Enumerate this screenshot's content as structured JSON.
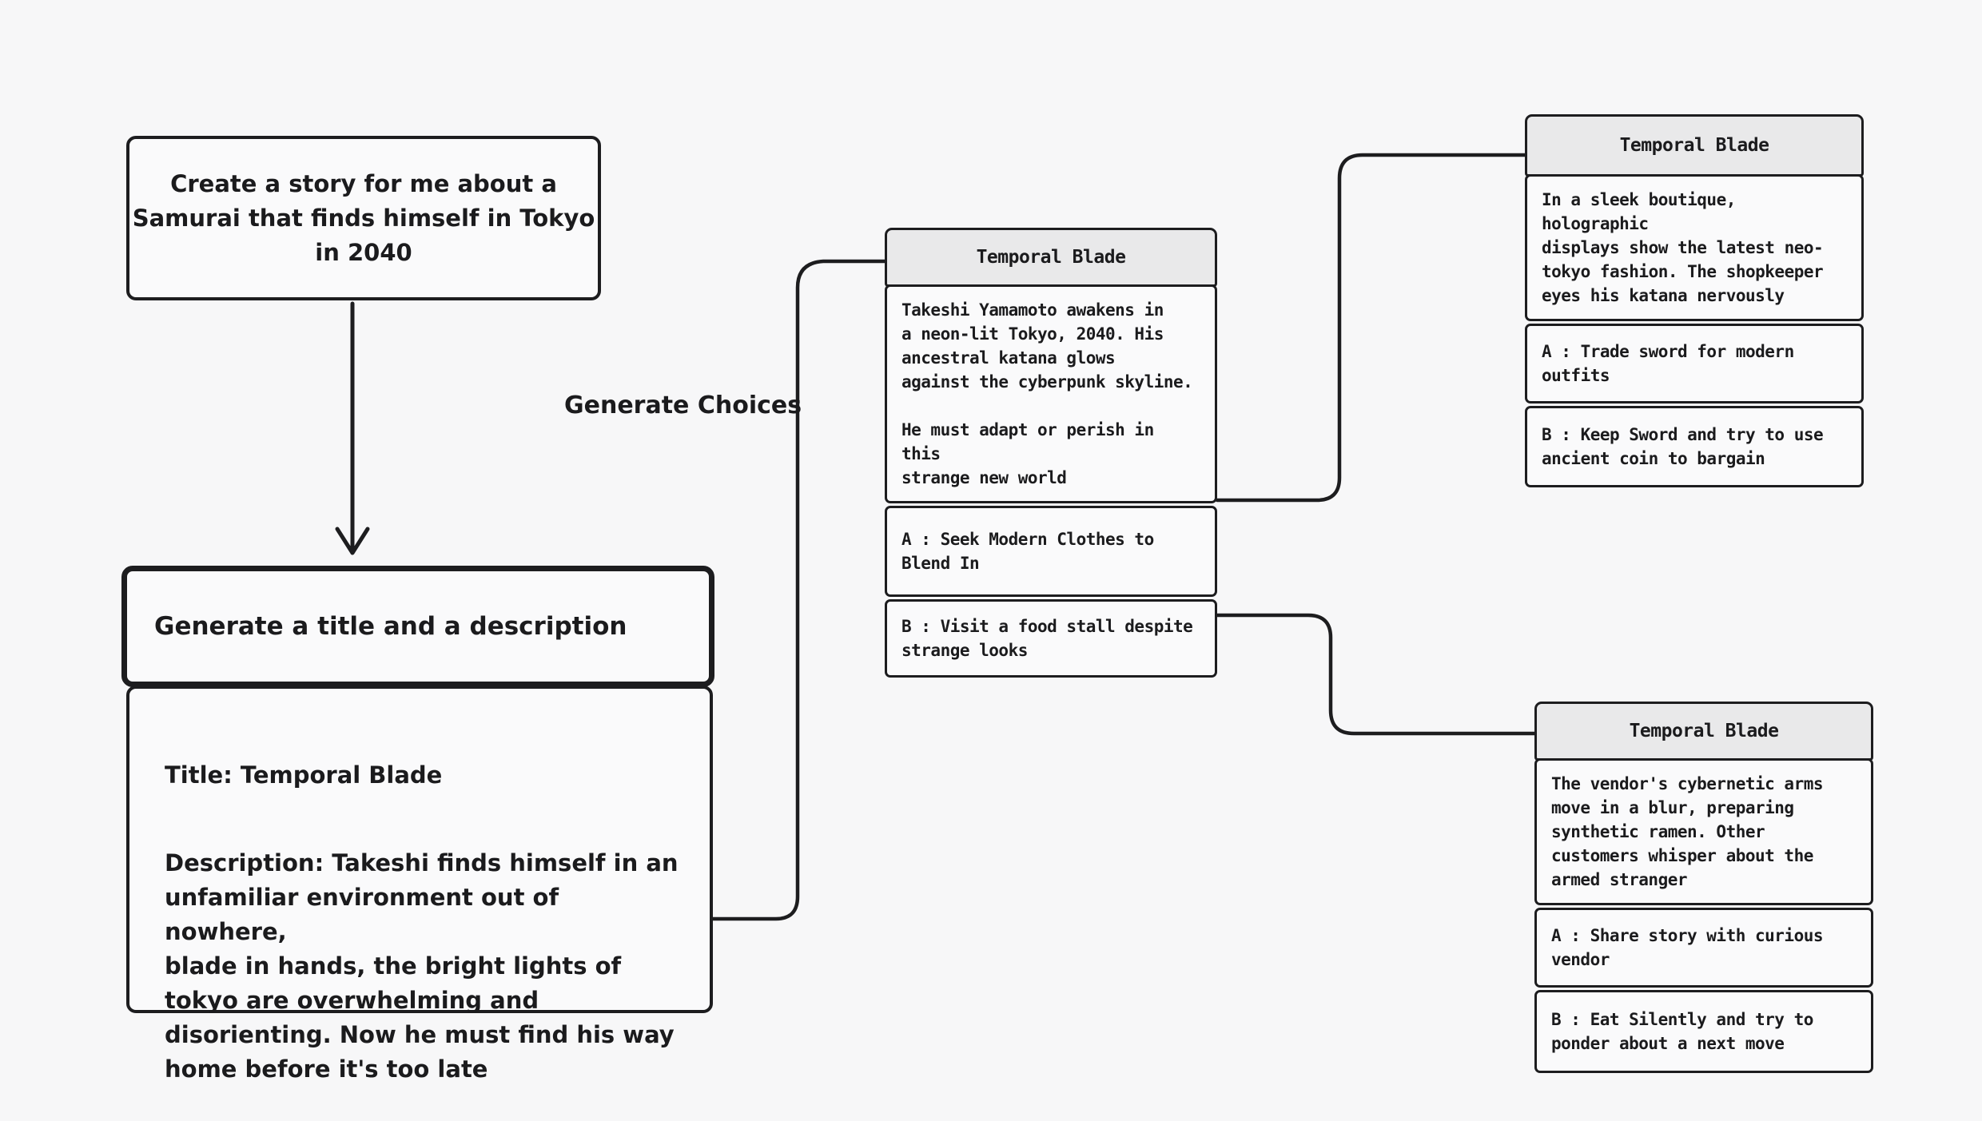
{
  "colors": {
    "background": "#f7f7f8",
    "node_fill": "#fafafb",
    "header_fill": "#e9e9ea",
    "stroke": "#1d1d1f",
    "text": "#1b1b1d"
  },
  "flow": {
    "prompt": "Create a story for me about a\nSamurai that finds himself in Tokyo\nin 2040",
    "step_label": "Generate a title and a description",
    "result": {
      "title_line": "Title: Temporal Blade",
      "description": "Description: Takeshi finds himself in an\nunfamiliar environment out of nowhere,\nblade in hands, the bright lights of\ntokyo are overwhelming and\ndisorienting. Now he must find his way\nhome before it's too late"
    },
    "generate_choices_label": "Generate Choices"
  },
  "cards": [
    {
      "header": "Temporal Blade",
      "body": "Takeshi Yamamoto awakens in\na neon-lit Tokyo, 2040. His\nancestral katana glows\nagainst the cyberpunk skyline.\n\nHe must adapt or perish in this\nstrange new world",
      "choice_a": "A : Seek Modern Clothes to\nBlend In",
      "choice_b": "B : Visit a food stall despite\nstrange looks"
    },
    {
      "header": "Temporal Blade",
      "body": "In a sleek boutique, holographic\ndisplays show the latest neo-\ntokyo fashion. The shopkeeper\neyes his katana nervously",
      "choice_a": "A : Trade sword for modern\noutfits",
      "choice_b": "B : Keep Sword and try to use\nancient coin to bargain"
    },
    {
      "header": "Temporal Blade",
      "body": "The vendor's cybernetic arms\nmove in a blur, preparing\nsynthetic ramen. Other\ncustomers whisper about the\narmed stranger",
      "choice_a": "A : Share story with curious\nvendor",
      "choice_b": "B : Eat Silently and try to\nponder about a next move"
    }
  ]
}
